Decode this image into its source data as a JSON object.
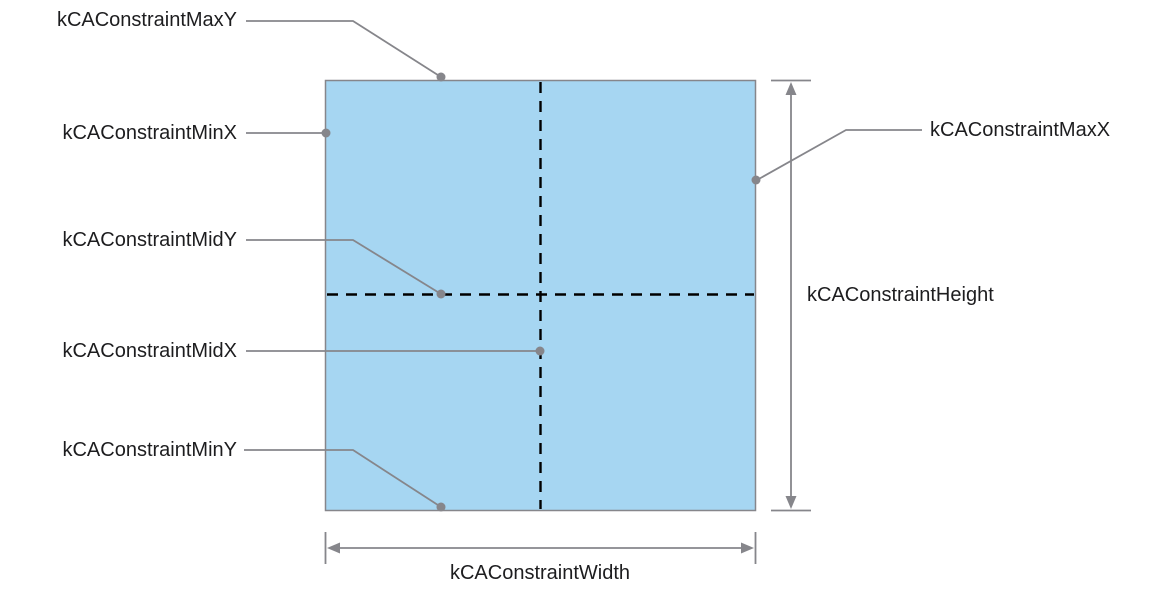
{
  "labels": {
    "max_y": "kCAConstraintMaxY",
    "min_x": "kCAConstraintMinX",
    "mid_y": "kCAConstraintMidY",
    "mid_x": "kCAConstraintMidX",
    "min_y": "kCAConstraintMinY",
    "max_x": "kCAConstraintMaxX",
    "height": "kCAConstraintHeight",
    "width": "kCAConstraintWidth"
  },
  "colors": {
    "background": "#ffffff",
    "square_fill": "#a6d6f2",
    "square_border": "#86868b",
    "leader_line": "#86868b",
    "dashed_line": "#000000",
    "text": "#1d1d1f"
  }
}
